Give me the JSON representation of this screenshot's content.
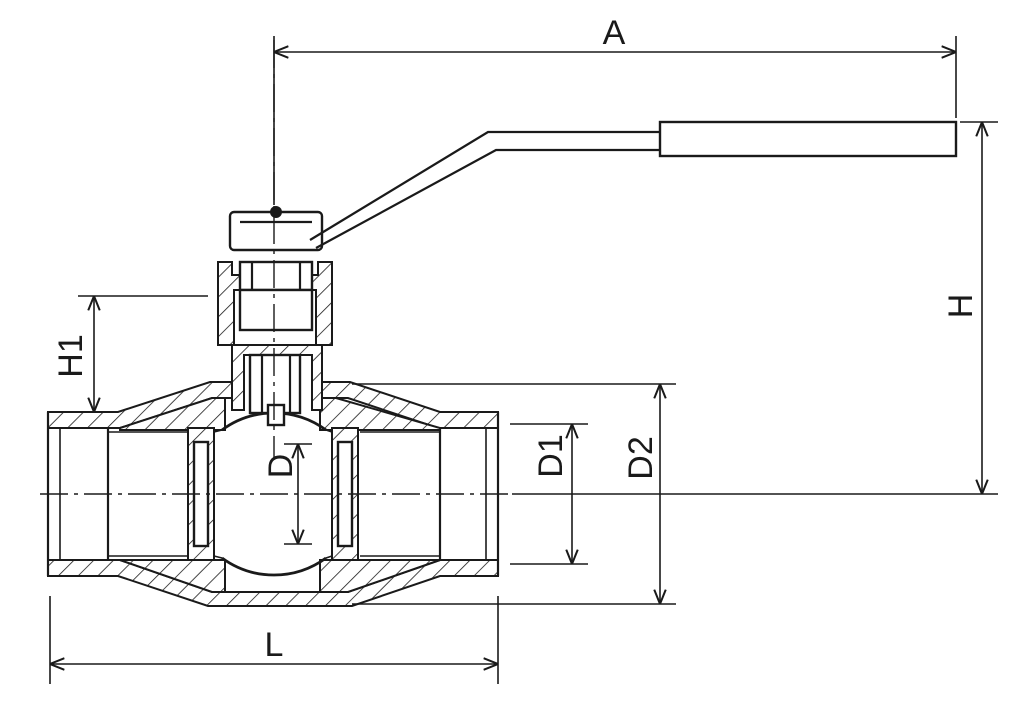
{
  "labels": {
    "A": "A",
    "H": "H",
    "H1": "H1",
    "D": "D",
    "D1": "D1",
    "D2": "D2",
    "L": "L"
  }
}
